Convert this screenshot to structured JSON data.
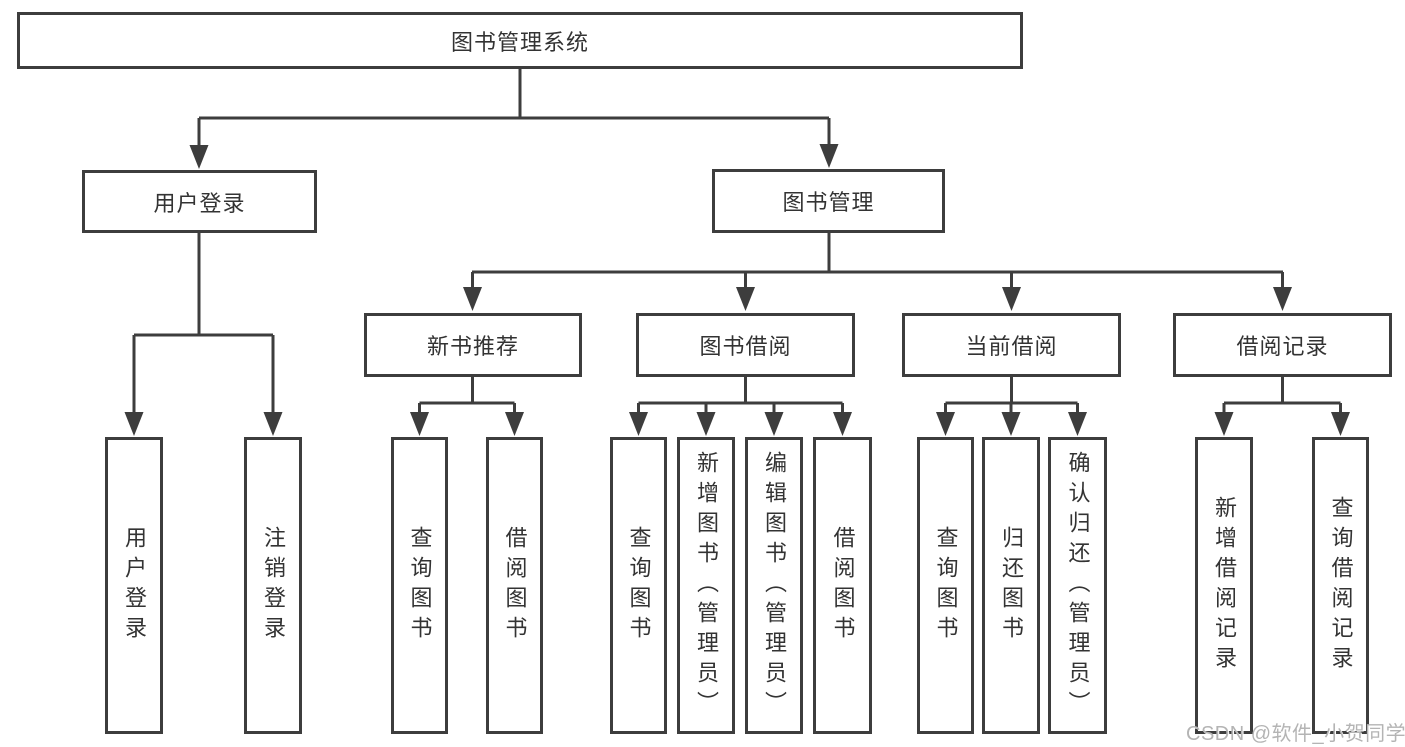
{
  "diagram": {
    "root": {
      "label": "图书管理系统"
    },
    "branches": [
      {
        "label": "用户登录",
        "children": [
          {
            "label": "用户登录"
          },
          {
            "label": "注销登录"
          }
        ]
      },
      {
        "label": "图书管理",
        "groups": [
          {
            "label": "新书推荐",
            "children": [
              {
                "label": "查询图书"
              },
              {
                "label": "借阅图书"
              }
            ]
          },
          {
            "label": "图书借阅",
            "children": [
              {
                "label": "查询图书"
              },
              {
                "label": "新增图书（管理员）"
              },
              {
                "label": "编辑图书（管理员）"
              },
              {
                "label": "借阅图书"
              }
            ]
          },
          {
            "label": "当前借阅",
            "children": [
              {
                "label": "查询图书"
              },
              {
                "label": "归还图书"
              },
              {
                "label": "确认归还（管理员）"
              }
            ]
          },
          {
            "label": "借阅记录",
            "children": [
              {
                "label": "新增借阅记录"
              },
              {
                "label": "查询借阅记录"
              }
            ]
          }
        ]
      }
    ]
  },
  "watermark": {
    "text": "CSDN @软件_小贺同学"
  },
  "colors": {
    "line": "#3d3d3d",
    "text": "#333333",
    "background": "#ffffff",
    "watermark_text": "#b4b4b4"
  }
}
